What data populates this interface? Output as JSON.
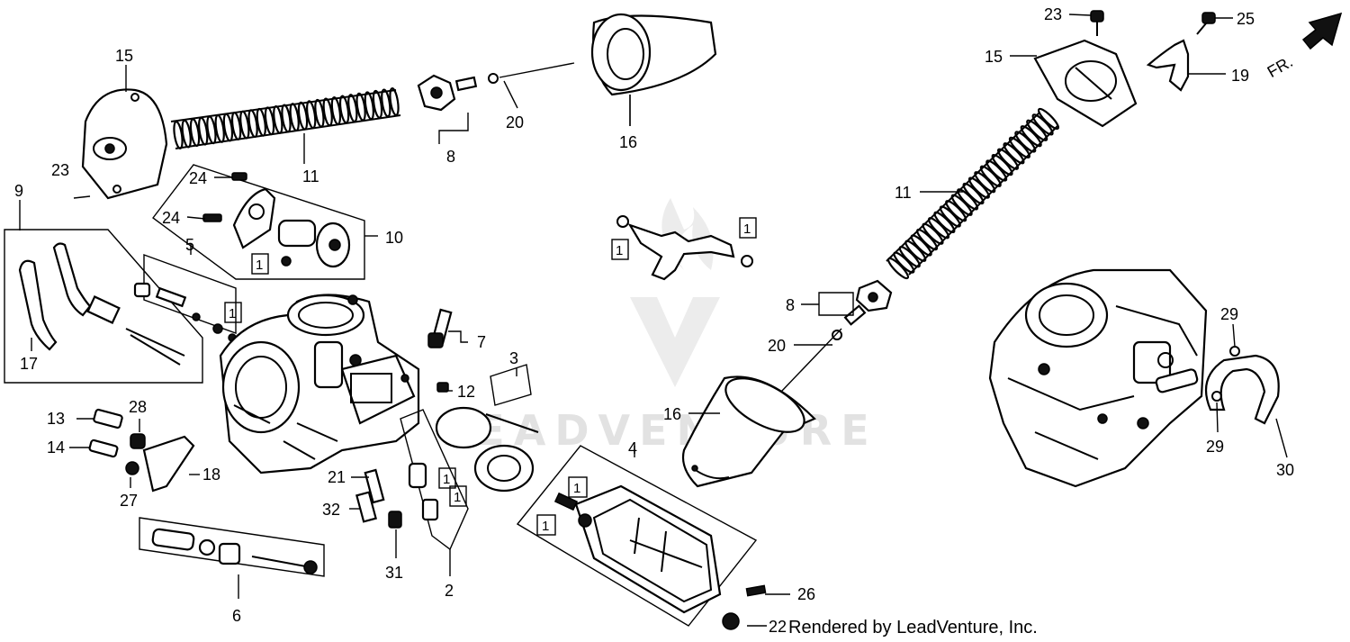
{
  "watermark": {
    "text": "LEADVENTURE"
  },
  "footer": {
    "text": "Rendered by LeadVenture, Inc."
  },
  "direction_arrow": {
    "label": "FR."
  },
  "callouts": {
    "c15a": "15",
    "c11a": "11",
    "c8a": "8",
    "c20a": "20",
    "c16a": "16",
    "c23a": "23",
    "c24a": "24",
    "c24b": "24",
    "c10": "10",
    "c9": "9",
    "c5": "5",
    "c17": "17",
    "c7": "7",
    "c3": "3",
    "c12": "12",
    "c13": "13",
    "c28": "28",
    "c14": "14",
    "c18": "18",
    "c27": "27",
    "c21": "21",
    "c32": "32",
    "c31": "31",
    "c2": "2",
    "c6": "6",
    "c4": "4",
    "c26": "26",
    "c22": "22",
    "c23b": "23",
    "c25": "25",
    "c15b": "15",
    "c19": "19",
    "c11b": "11",
    "c8b": "8",
    "c20b": "20",
    "c16b": "16",
    "c29a": "29",
    "c29b": "29",
    "c30": "30"
  },
  "boxed_refs": {
    "b1": "1",
    "b2": "1",
    "b3": "1",
    "b4": "1",
    "b5": "1",
    "b6": "1",
    "b7": "1",
    "b8": "1"
  }
}
